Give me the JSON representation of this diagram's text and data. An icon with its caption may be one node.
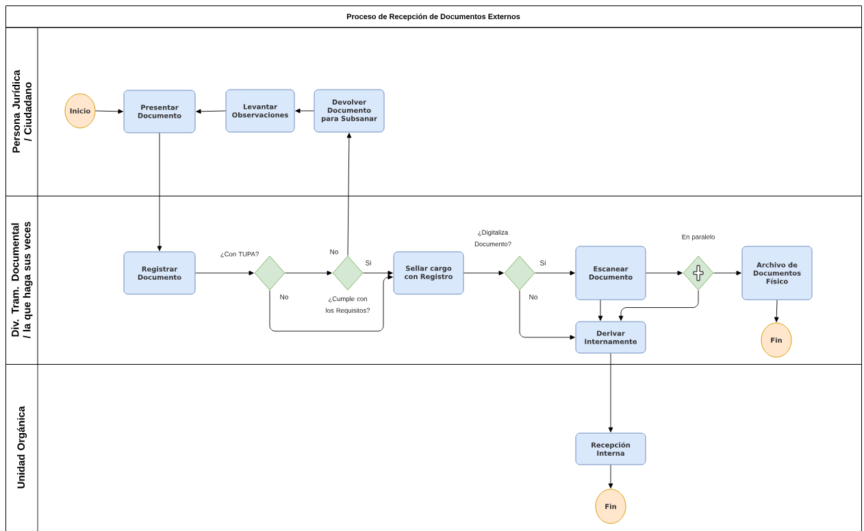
{
  "diagram": {
    "nodes": [
      {
        "text": [
          "Proceso de Recepción de Documentos Externos"
        ]
      },
      {
        "text": [
          "Persona Jurídica / Ciudadano"
        ],
        "in": 0
      },
      {
        "text": [
          "Div. Tram. Documental / la que haga sus veces"
        ],
        "in": 0
      },
      {
        "text": [
          "Unidad Orgánica"
        ],
        "in": 0
      },
      {
        "text": [
          "Inicio"
        ],
        "in": 1
      },
      {
        "text": [
          "Presentar Documento"
        ],
        "in": 1
      },
      {
        "text": [
          "Levantar Observaciones"
        ],
        "in": 1
      },
      {
        "text": [
          "Devolver Documento para Subsanar"
        ],
        "in": 1
      },
      {
        "text": [
          "Registrar Documento"
        ],
        "in": 2
      },
      {
        "text": [],
        "shape": "diamond",
        "beside": [
          "¿Con TUPA?"
        ],
        "in": 2
      },
      {
        "text": [],
        "shape": "diamond",
        "beside": [
          "¿Cumple con los Requisitos?"
        ],
        "in": 2
      },
      {
        "text": [
          "Sellar cargo con Registro"
        ],
        "in": 2
      },
      {
        "text": [],
        "shape": "diamond",
        "beside": [
          "¿Digitaliza Documento?"
        ],
        "in": 2
      },
      {
        "text": [
          "Escanear Documento"
        ],
        "in": 2
      },
      {
        "text": [],
        "shape": "diamond",
        "beside": [
          "En paralelo"
        ],
        "in": 2
      },
      {
        "text": [
          "Archivo de Documentos Físico"
        ],
        "in": 2
      },
      {
        "text": [
          "Fin"
        ],
        "in": 2
      },
      {
        "text": [
          "Derivar Internamente"
        ],
        "in": 2
      },
      {
        "text": [
          "Recepción Interna"
        ],
        "in": 3
      },
      {
        "text": [
          "Fin"
        ],
        "in": 3
      }
    ],
    "edges": [
      {
        "from": 4,
        "to": 5,
        "arrow": "to"
      },
      {
        "from": 5,
        "to": 8,
        "arrow": "to"
      },
      {
        "from": 8,
        "to": 9,
        "arrow": "to"
      },
      {
        "from": 9,
        "to": 10,
        "arrow": "to"
      },
      {
        "from": 9,
        "to": 11,
        "label": "No",
        "arrow": "to"
      },
      {
        "from": 10,
        "to": 7,
        "label": "No",
        "arrow": "to"
      },
      {
        "from": 10,
        "to": 11,
        "label": "Si",
        "arrow": "to"
      },
      {
        "from": 7,
        "to": 6,
        "arrow": "to"
      },
      {
        "from": 6,
        "to": 5,
        "arrow": "to"
      },
      {
        "from": 11,
        "to": 12,
        "arrow": "to"
      },
      {
        "from": 12,
        "to": 13,
        "label": "Si",
        "arrow": "to"
      },
      {
        "from": 12,
        "to": 17,
        "label": "No",
        "arrow": "to"
      },
      {
        "from": 13,
        "to": 14,
        "arrow": "to"
      },
      {
        "from": 14,
        "to": 15,
        "arrow": "to"
      },
      {
        "from": 13,
        "to": 17,
        "arrow": "to"
      },
      {
        "from": 14,
        "to": 17,
        "arrow": "to"
      },
      {
        "from": 15,
        "to": 16,
        "arrow": "to"
      },
      {
        "from": 17,
        "to": 18,
        "arrow": "to"
      },
      {
        "from": 18,
        "to": 19,
        "arrow": "to"
      }
    ]
  }
}
